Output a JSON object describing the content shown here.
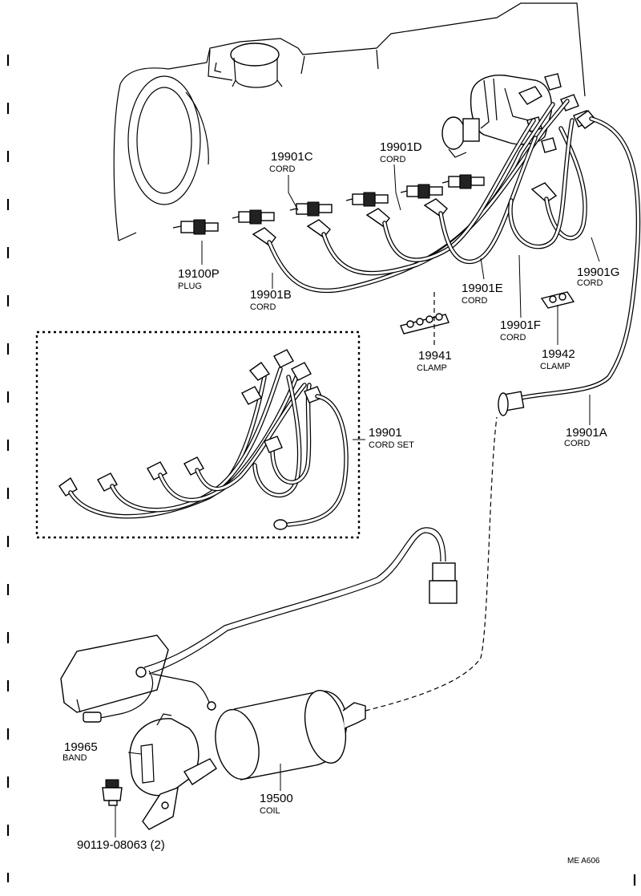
{
  "parts": {
    "cord_c": {
      "number": "19901C",
      "name": "CORD"
    },
    "cord_d": {
      "number": "19901D",
      "name": "CORD"
    },
    "plug": {
      "number": "19100P",
      "name": "PLUG"
    },
    "cord_b": {
      "number": "19901B",
      "name": "CORD"
    },
    "cord_e": {
      "number": "19901E",
      "name": "CORD"
    },
    "cord_g": {
      "number": "19901G",
      "name": "CORD"
    },
    "cord_f": {
      "number": "19901F",
      "name": "CORD"
    },
    "clamp_41": {
      "number": "19941",
      "name": "CLAMP"
    },
    "clamp_42": {
      "number": "19942",
      "name": "CLAMP"
    },
    "cord_set": {
      "number": "19901",
      "name": "CORD SET"
    },
    "cord_a": {
      "number": "19901A",
      "name": "CORD"
    },
    "band": {
      "number": "19965",
      "name": "BAND"
    },
    "coil": {
      "number": "19500",
      "name": "COIL"
    },
    "bolt": {
      "number": "90119-08063 (2)"
    }
  },
  "figure_code": "ME  A606"
}
